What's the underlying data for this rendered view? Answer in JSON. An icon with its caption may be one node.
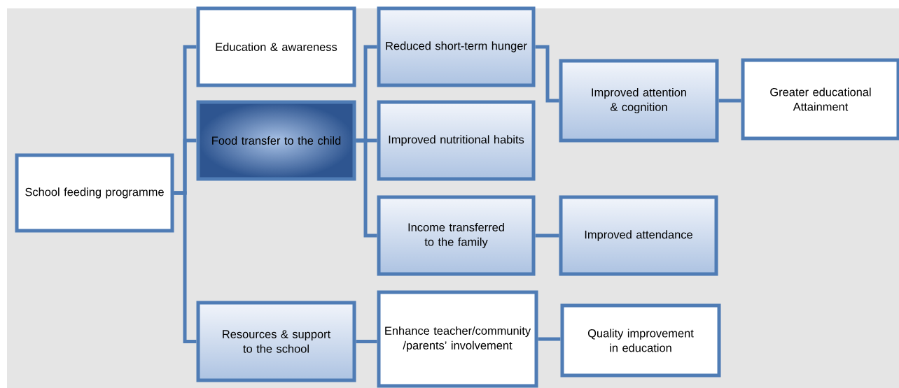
{
  "diagram": {
    "nodes": [
      {
        "text": [
          "School feeding programme"
        ]
      },
      {
        "text": [
          "Education & awareness"
        ]
      },
      {
        "text": [
          "Food transfer to the child"
        ]
      },
      {
        "text": [
          "Resources & support to the school"
        ]
      },
      {
        "text": [
          "Reduced short-term hunger"
        ]
      },
      {
        "text": [
          "Improved nutritional habits"
        ]
      },
      {
        "text": [
          "Income transferred to the family"
        ]
      },
      {
        "text": [
          "Enhance teacher/community /parents’ involvement"
        ]
      },
      {
        "text": [
          "Improved attention & cognition"
        ]
      },
      {
        "text": [
          "Greater educational Attainment"
        ]
      },
      {
        "text": [
          "Improved attendance"
        ]
      },
      {
        "text": [
          "Quality improvement in education"
        ]
      }
    ],
    "edges": [
      {
        "from": 0,
        "to": 1,
        "arrow": "none"
      },
      {
        "from": 0,
        "to": 2,
        "arrow": "none"
      },
      {
        "from": 0,
        "to": 3,
        "arrow": "none"
      },
      {
        "from": 2,
        "to": 4,
        "arrow": "none"
      },
      {
        "from": 2,
        "to": 5,
        "arrow": "none"
      },
      {
        "from": 2,
        "to": 6,
        "arrow": "none"
      },
      {
        "from": 3,
        "to": 7,
        "arrow": "none"
      },
      {
        "from": 4,
        "to": 8,
        "arrow": "none"
      },
      {
        "from": 8,
        "to": 9,
        "arrow": "none"
      },
      {
        "from": 6,
        "to": 10,
        "arrow": "none"
      },
      {
        "from": 7,
        "to": 11,
        "arrow": "none"
      }
    ]
  }
}
